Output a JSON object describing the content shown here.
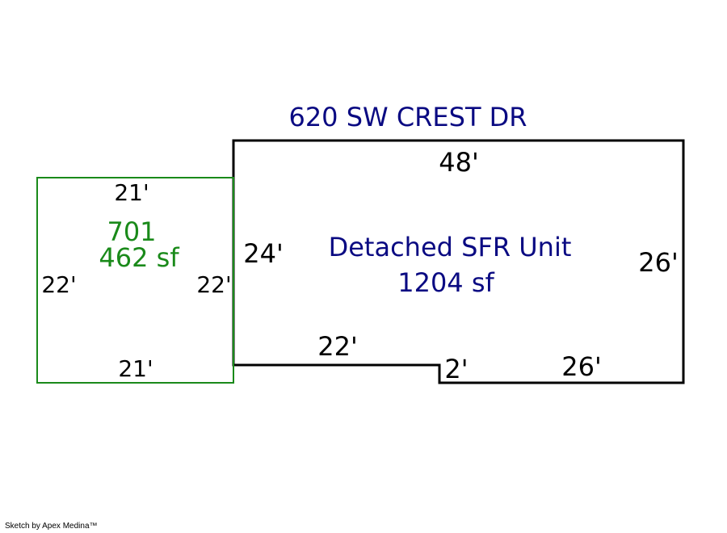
{
  "title": "620 SW CREST DR",
  "colors": {
    "main": "#000000",
    "title": "#0a0a82",
    "addition": "#1a8a1a"
  },
  "main_area": {
    "name": "Detached SFR Unit",
    "area": "1204 sf",
    "dims": {
      "top": "48'",
      "left": "24'",
      "right": "26'",
      "bottom_left": "22'",
      "step": "2'",
      "bottom_right": "26'"
    }
  },
  "addition_area": {
    "code": "701",
    "area": "462 sf",
    "dims": {
      "top": "21'",
      "bottom": "21'",
      "left": "22'",
      "right": "22'"
    }
  },
  "credit": "Sketch by Apex Medina™"
}
